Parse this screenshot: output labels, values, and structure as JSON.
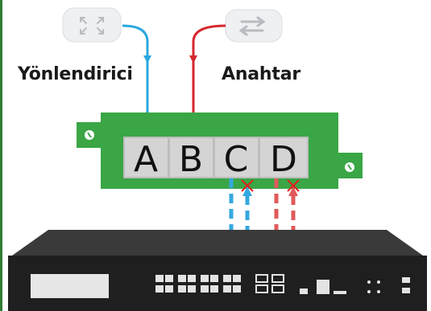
{
  "labels": {
    "router": "Yönlendirici",
    "switch": "Anahtar"
  },
  "ports": [
    "A",
    "B",
    "C",
    "D"
  ],
  "icons": {
    "router": "router-icon",
    "switch": "switch-icon"
  },
  "colors": {
    "router_link": "#29a8e0",
    "switch_link": "#d6282d",
    "patch_panel": "#3aa645",
    "port_bg": "#d4d4d4",
    "chassis": "#1f1f1f",
    "chassis_top": "#3a3a3a",
    "blocked": "#e02020"
  }
}
